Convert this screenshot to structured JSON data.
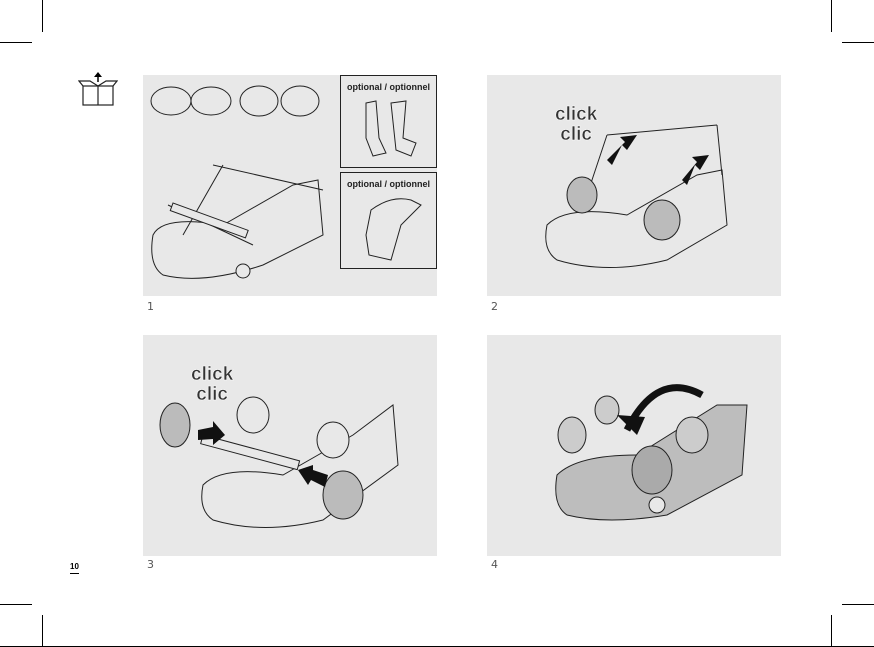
{
  "page_number": "10",
  "steps": [
    {
      "number": "1",
      "optional_labels": [
        "optional / optionnel",
        "optional / optionnel"
      ]
    },
    {
      "number": "2",
      "click_text": [
        "click",
        "clic"
      ]
    },
    {
      "number": "3",
      "click_text": [
        "click",
        "clic"
      ]
    },
    {
      "number": "4"
    }
  ]
}
